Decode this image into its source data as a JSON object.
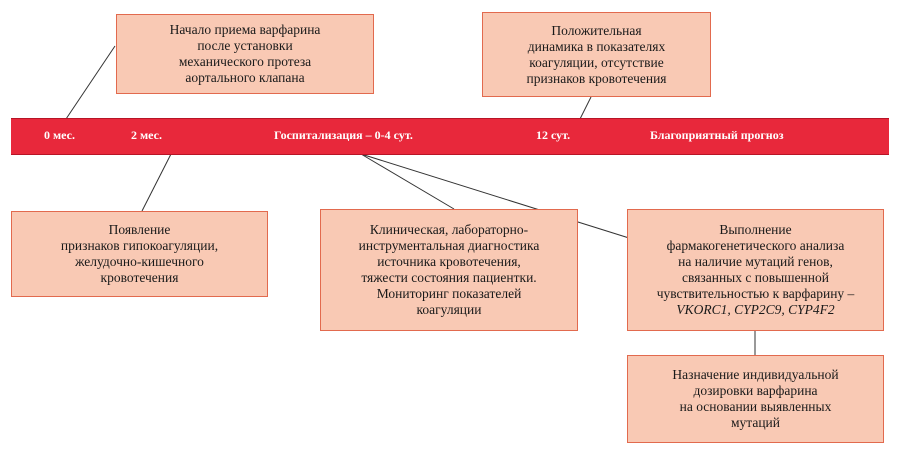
{
  "timeline": {
    "labels": [
      "0 мес.",
      "2 мес.",
      "Госпитализация – 0-4 сут.",
      "12 сут.",
      "Благоприятный прогноз"
    ]
  },
  "boxes": {
    "warfarin_start": {
      "lines": [
        "Начало приема варфарина",
        "после установки",
        "механического протеза",
        "аортального клапана"
      ]
    },
    "positive_dynamics": {
      "lines": [
        "Положительная",
        "динамика в показателях",
        "коагуляции, отсутствие",
        "признаков кровотечения"
      ]
    },
    "hypocoagulation": {
      "lines": [
        "Появление",
        "признаков гипокоагуляции,",
        "желудочно-кишечного",
        "кровотечения"
      ]
    },
    "diagnostics": {
      "lines": [
        "Клиническая, лабораторно-",
        "инструментальная диагностика",
        "источника кровотечения,",
        "тяжести состояния пациентки.",
        "Мониторинг показателей",
        "коагуляции"
      ]
    },
    "pharmacogenetics": {
      "lines": [
        "Выполнение",
        "фармакогенетического анализа",
        "на наличие мутаций генов,",
        "связанных с повышенной",
        "чувствительностью к варфарину –"
      ],
      "genes": "VKORC1, CYP2C9, CYP4F2"
    },
    "individual_dosing": {
      "lines": [
        "Назначение индивидуальной",
        "дозировки варфарина",
        "на основании выявленных",
        "мутаций"
      ]
    }
  },
  "colors": {
    "timeline_bar": "#e8283b",
    "box_fill": "#f9c9b4",
    "box_border": "#e26a4e",
    "connector": "#333333"
  }
}
